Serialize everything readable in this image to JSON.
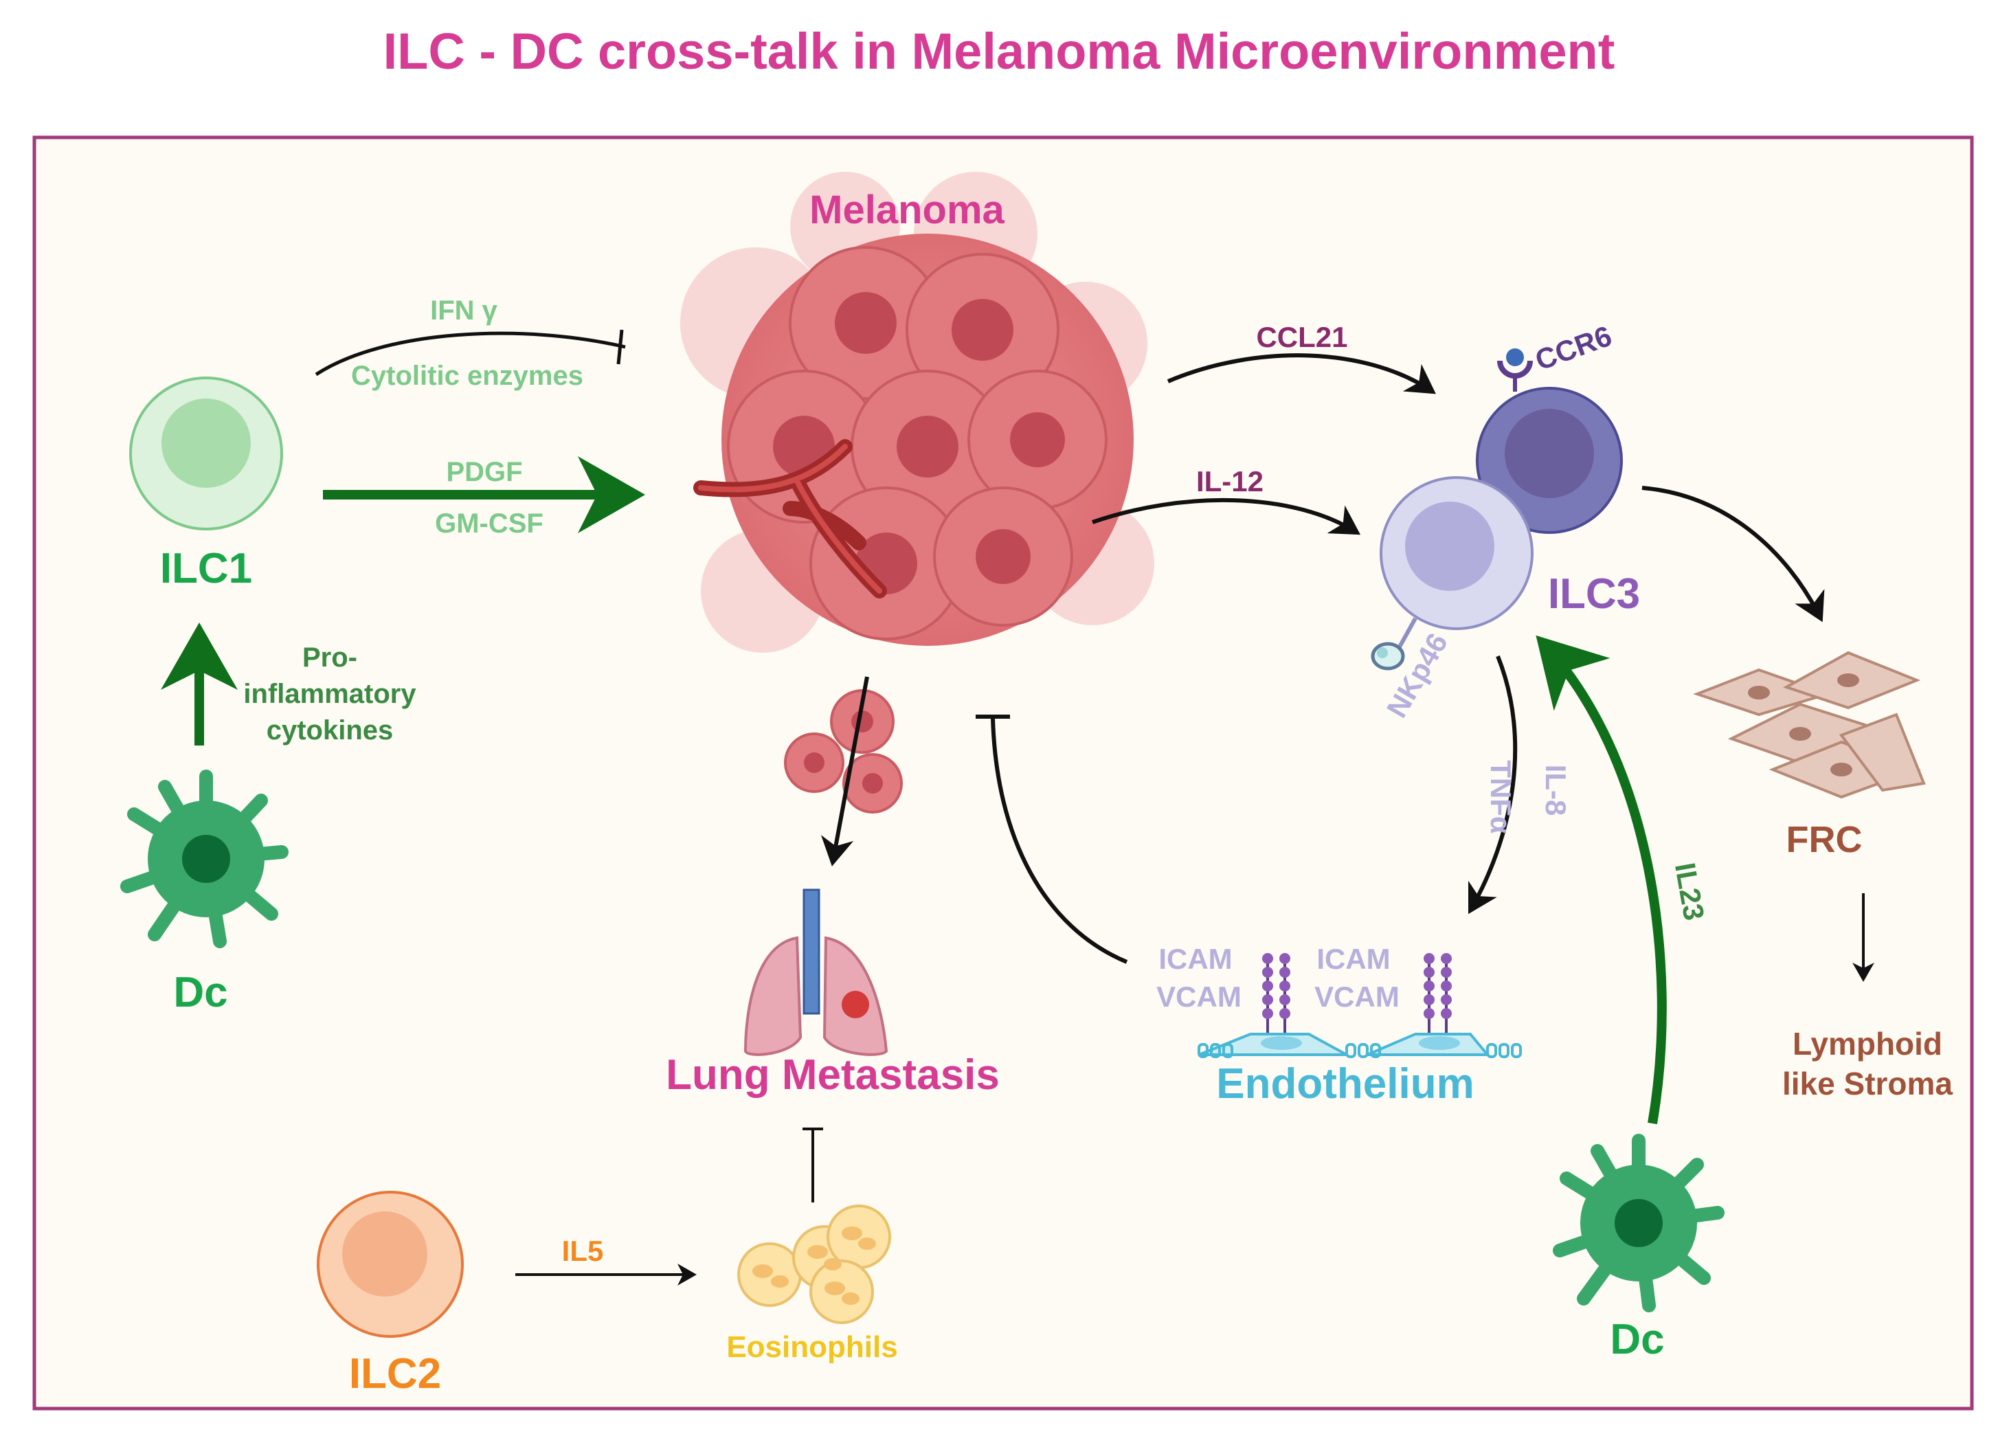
{
  "title": "ILC - DC cross-talk in Melanoma Microenvironment",
  "colors": {
    "title": "#d63c93",
    "frame": "#a13a7a",
    "panel_bg": "#fdfbf3",
    "ilc1": "#19a64b",
    "dc": "#19a64b",
    "light_green": "#7cc98a",
    "dark_green_arrow": "#0f6f1a",
    "magenta": "#d63c93",
    "purple_label": "#8a2a6c",
    "ilc3": "#8d5ab8",
    "ccr6": "#5c3c8c",
    "lavender": "#b6b0dc",
    "endothelium": "#48b8d6",
    "frc": "#a0533a",
    "ilc2": "#f2881e",
    "eosinophil": "#f1c41f"
  },
  "labels": {
    "melanoma": "Melanoma",
    "ilc1": "ILC1",
    "dc_left": "Dc",
    "dc_right": "Dc",
    "ilc2": "ILC2",
    "ilc3": "ILC3",
    "frc": "FRC",
    "lymphoid_line1": "Lymphoid",
    "lymphoid_line2": "like Stroma",
    "lung_metastasis": "Lung Metastasis",
    "eosinophils": "Eosinophils",
    "endothelium": "Endothelium"
  },
  "edge_labels": {
    "ifn_gamma": "IFN γ",
    "cytolitic": "Cytolitic enzymes",
    "pdgf": "PDGF",
    "gm_csf": "GM-CSF",
    "pro_line1": "Pro-",
    "pro_line2": "inflammatory",
    "pro_line3": "cytokines",
    "ccl21": "CCL21",
    "il12": "IL-12",
    "ccr6": "CCR6",
    "nkp46": "NKp46",
    "tnfa": "TNFα",
    "il8": "IL-8",
    "il23": "IL23",
    "il5": "IL5",
    "icam_1": "ICAM",
    "vcam_1": "VCAM",
    "icam_2": "ICAM",
    "vcam_2": "VCAM"
  }
}
